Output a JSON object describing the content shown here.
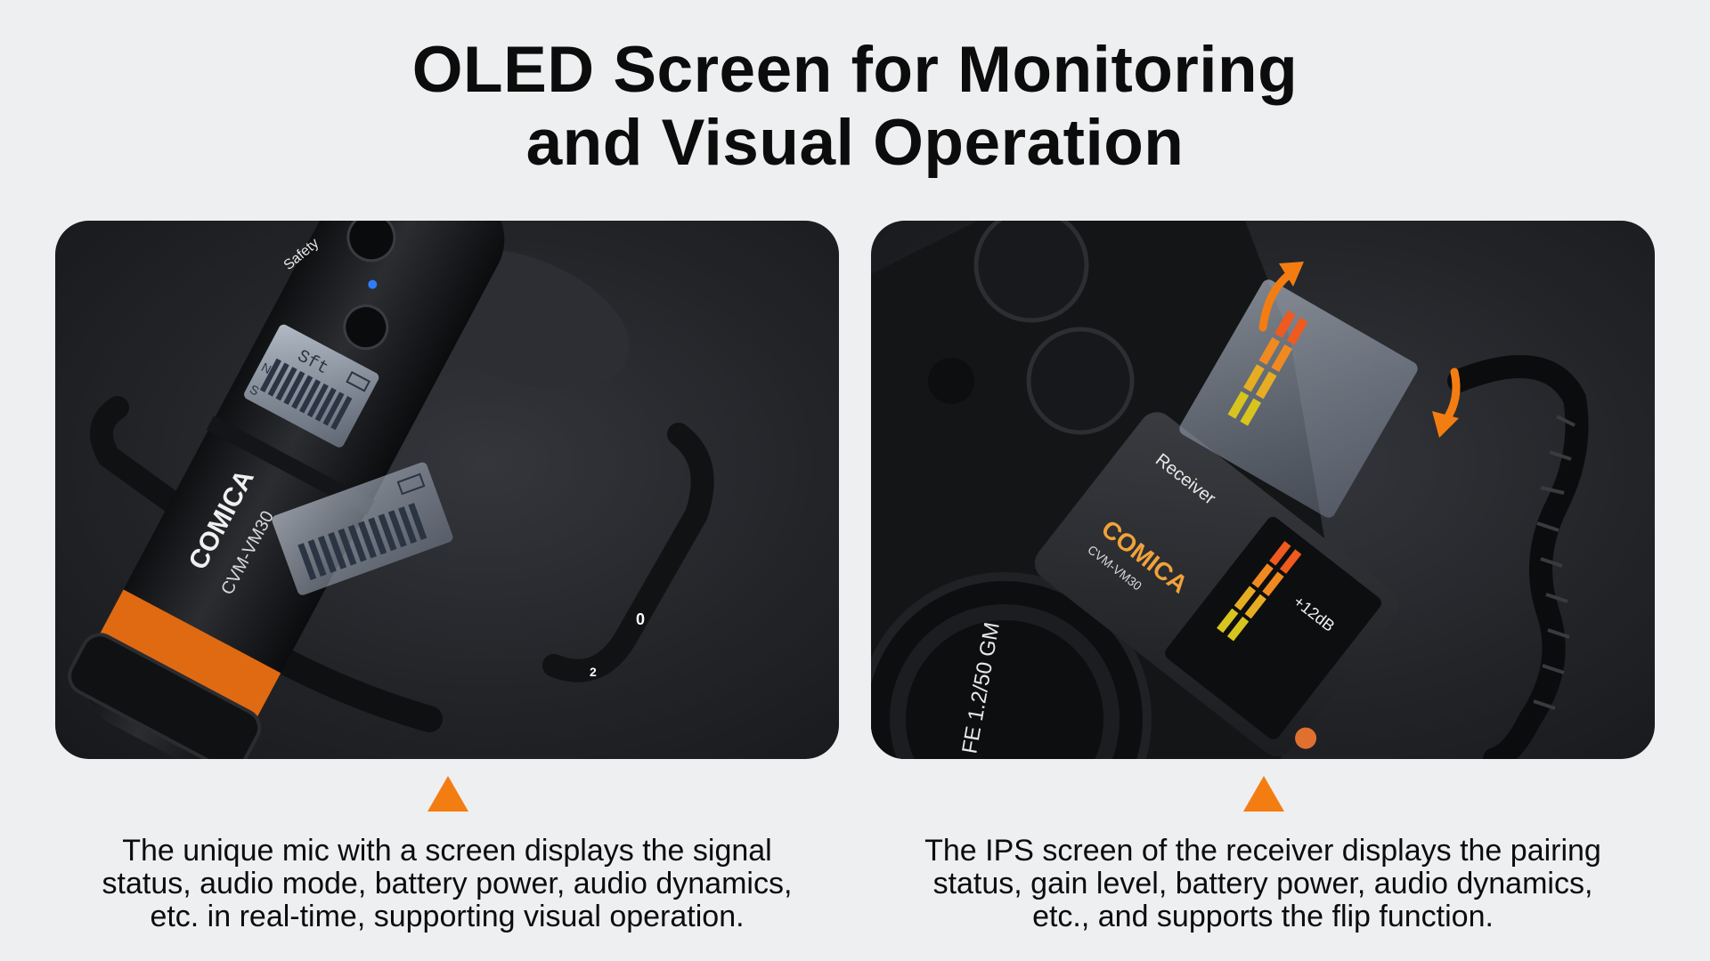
{
  "headline": {
    "line1": "OLED Screen for Monitoring",
    "line2": "and Visual Operation"
  },
  "left_panel": {
    "mic_safety_label": "Safety",
    "mic_brand": "COMICA",
    "mic_model": "CVM-VM30",
    "oled_mode": "Sft",
    "oled_letter_n": "N",
    "oled_letter_s": "S",
    "knob_digit_0": "0",
    "knob_digit_2": "2",
    "caption": {
      "line1": "The unique mic with a screen displays the signal",
      "line2": "status, audio mode, battery power, audio dynamics,",
      "line3": "etc. in real-time, supporting visual operation."
    }
  },
  "right_panel": {
    "receiver_brand": "COMICA",
    "receiver_model": "CVM-VM30",
    "receiver_label": "Receiver",
    "gain_label": "+12dB",
    "lens_label": "FE 1.2/50 GM",
    "caption": {
      "line1": "The IPS screen of the receiver displays the pairing",
      "line2": "status, gain level, battery power, audio dynamics,",
      "line3": "etc., and supports the flip function."
    }
  },
  "colors": {
    "accent_orange": "#f47d12",
    "background": "#eeeff1",
    "panel_dark": "#232428",
    "text": "#0c0c0c"
  }
}
